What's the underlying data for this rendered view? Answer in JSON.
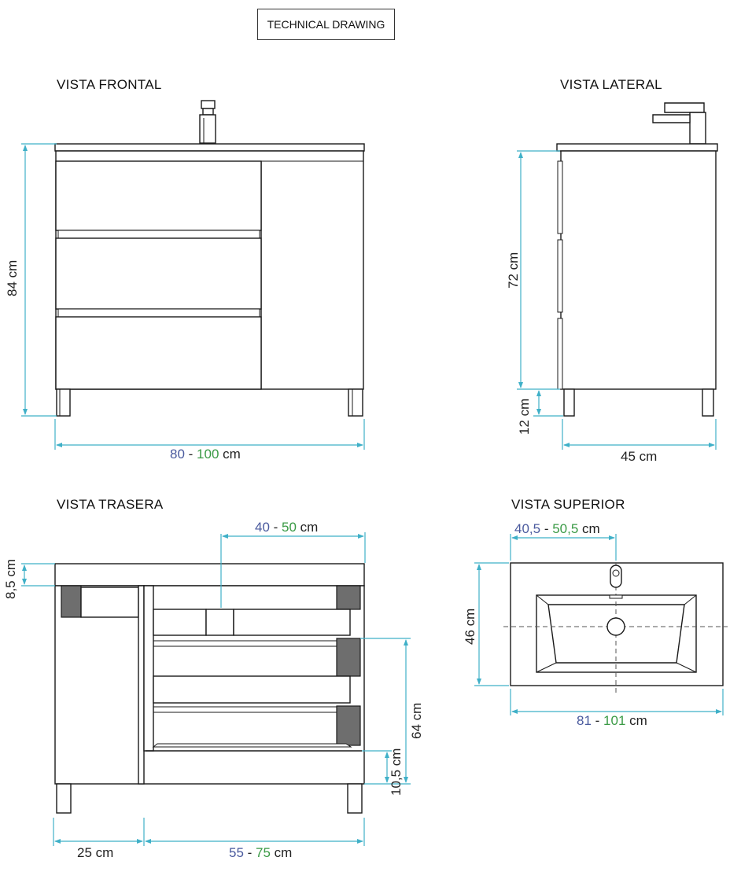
{
  "header": {
    "title": "TECHNICAL DRAWING"
  },
  "views": {
    "front": {
      "label": "VISTA FRONTAL"
    },
    "side": {
      "label": "VISTA LATERAL"
    },
    "back": {
      "label": "VISTA TRASERA"
    },
    "top": {
      "label": "VISTA SUPERIOR"
    }
  },
  "dimensions": {
    "front_height": "84 cm",
    "front_width": {
      "min": "80",
      "sep": " - ",
      "max": "100",
      "unit": " cm"
    },
    "side_height": "72 cm",
    "side_legs": "12 cm",
    "side_depth": "45 cm",
    "back_top": "8,5 cm",
    "back_opening": {
      "min": "40",
      "sep": " - ",
      "max": "50",
      "unit": " cm"
    },
    "back_height": "64 cm",
    "back_bottom": "10,5 cm",
    "back_left": "25 cm",
    "back_right": {
      "min": "55",
      "sep": " - ",
      "max": "75",
      "unit": " cm"
    },
    "top_depth": "46 cm",
    "top_basin": {
      "min": "40,5",
      "sep": " - ",
      "max": "50,5",
      "unit": " cm"
    },
    "top_width": {
      "min": "81",
      "sep": " - ",
      "max": "101",
      "unit": " cm"
    }
  },
  "colors": {
    "dimension_line": "#3fb0c8",
    "min_value": "#4a5a9e",
    "max_value": "#3a9a45",
    "panel": "#6e6e6e"
  }
}
